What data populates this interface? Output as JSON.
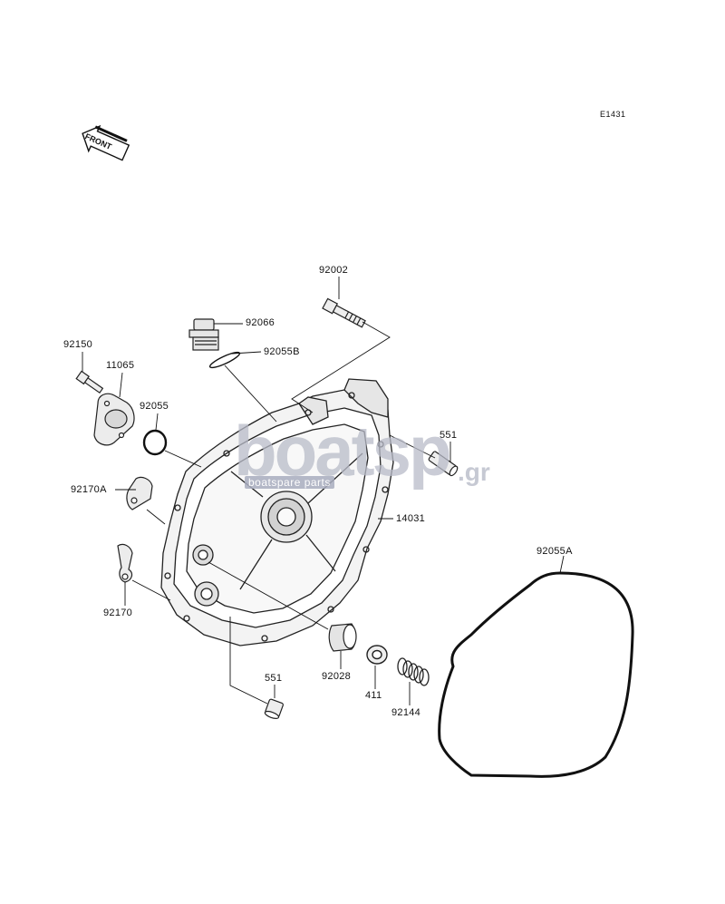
{
  "diagram_code": "E1431",
  "front_label": "FRONT",
  "watermark": {
    "brand": "boatsp",
    "tld": ".gr",
    "sub": "boatspare parts"
  },
  "part_labels": {
    "p92002": "92002",
    "p92066": "92066",
    "p92055B": "92055B",
    "p92150": "92150",
    "p11065": "11065",
    "p92055": "92055",
    "p551a": "551",
    "p92170A": "92170A",
    "p14031": "14031",
    "p92055A": "92055A",
    "p92170": "92170",
    "p551b": "551",
    "p92028": "92028",
    "p411": "411",
    "p92144": "92144"
  }
}
